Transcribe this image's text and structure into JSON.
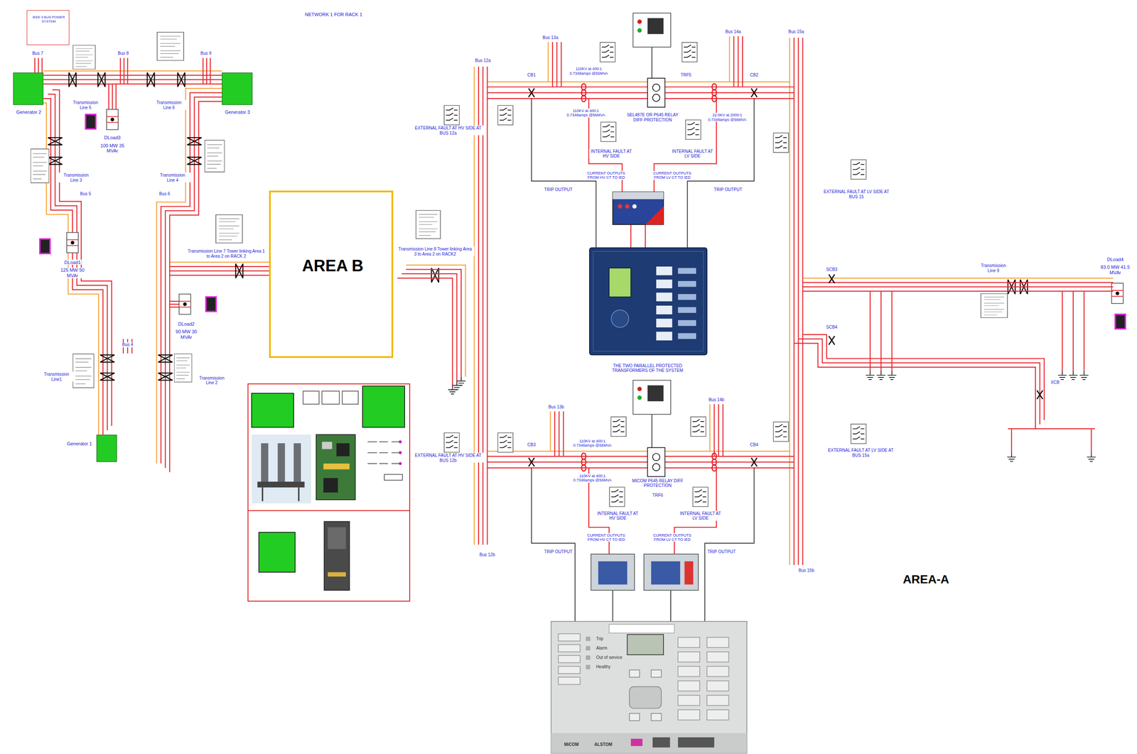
{
  "diagram": {
    "nodes": [
      {
        "text": [
          "IEEE 9 BUS POWER SYSTEM"
        ]
      },
      {
        "text": [
          "Generator 2"
        ]
      },
      {
        "text": [
          "Generator 3"
        ]
      },
      {
        "text": [
          "AREA B"
        ]
      },
      {
        "text": [
          "Generator 1"
        ]
      },
      {
        "text": [
          "Trip",
          "Alarm",
          "Out of service",
          "Healthy",
          "MiCOM",
          "ALSTOM"
        ]
      }
    ],
    "labels": [
      "NETWORK 1 FOR RACK 1",
      "Bus 7",
      "Bus 8",
      "Bus 9",
      "Transmission Line 5",
      "Transmission Line 6",
      "DLoad3",
      "100 MW 35 MVAr",
      "Transmission Line 3",
      "Transmission Line 4",
      "Bus 5",
      "Bus 6",
      "Transmission Line 7 Tower linking Area 1 to Area 2 on RACK 2",
      "DLoad1",
      "125 MW 50 MVAr",
      "DLoad2",
      "90 MW 30 MVAr",
      "Bus 4",
      "Transmission Line1",
      "Transmission Line 2",
      "Bus 12a",
      "Bus 13a",
      "Bus 14a",
      "Bus 15a",
      "CB1",
      "110KV at 400:1 0.7348amps @56MVA",
      "TRF5",
      "CB2",
      "110KV at 400:1 0.7348amps @56MVA",
      "SEL487E OR P645 RELAY DIFF PROTECTION",
      "22.0KV at 2000:1 0.7348amps @56MVA",
      "EXTERNAL FAULT AT HV SIDE AT BUS 12a",
      "INTERNAL FAULT AT HV SIDE",
      "INTERNAL FAULT AT LV SIDE",
      "CURRENT OUTPUTS FROM HV CT TO IED",
      "CURRENT OUTPUTS FROM LV CT TO IED",
      "TRIP OUTPUT",
      "TRIP OUTPUT",
      "EXTERNAL FAULT AT LV SIDE AT BUS 15",
      "Transmission Line 8 Tower linking Area 3 to Area 2 on RACK2",
      "SCB3",
      "Transmission Line 9",
      "DLoad4",
      "83.0 MW 41.5 MVAr",
      "SCB4",
      "THE TWO PARALLEL PROTECTED TRANSFORMERS OF THE SYSTEM",
      "XCB",
      "Bus 13b",
      "Bus 14b",
      "EXTERNAL FAULT AT LV SIDE AT BUS 15a",
      "110KV at 400:1 0.7348amps @56MVA",
      "CB3",
      "CB4",
      "EXTERNAL FAULT AT HV SIDE AT BUS 12b",
      "110KV at 400:1 0.7348amps @56MVA",
      "MICOM P645 RELAY DIFF PROTECTION",
      "TRF6",
      "INTERNAL FAULT AT HV SIDE",
      "INTERNAL FAULT AT LV SIDE",
      "CURRENT OUTPUTS FROM HV CT TO IED",
      "CURRENT OUTPUTS FROM LV CT TO IED",
      "TRIP OUTPUT",
      "TRIP OUTPUT",
      "Bus 12b",
      "Bus 15b",
      "AREA-A"
    ]
  }
}
